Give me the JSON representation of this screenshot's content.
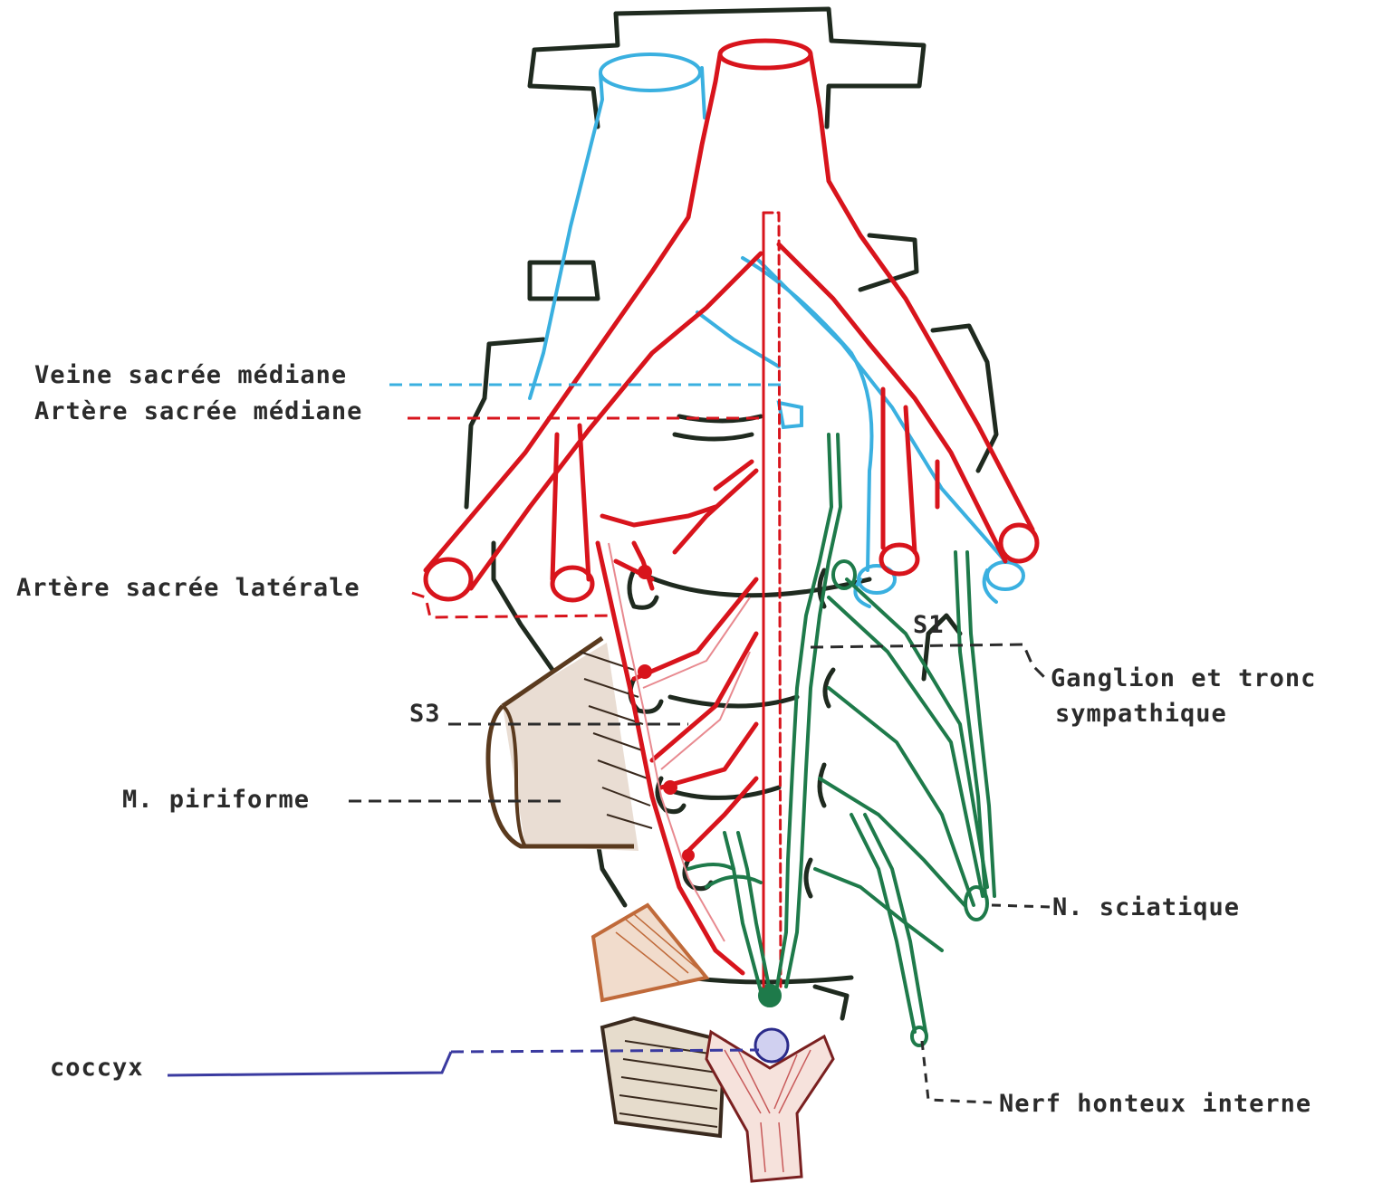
{
  "labels": {
    "veine_sacree_mediane": "Veine sacrée médiane",
    "artere_sacree_mediane": "Artère sacrée médiane",
    "artere_sacree_laterale": "Artère sacrée latérale",
    "s3": "S3",
    "m_piriforme": "M. piriforme",
    "coccyx": "coccyx",
    "s1": "S1",
    "ganglion_line1": "Ganglion et tronc",
    "ganglion_line2": "sympathique",
    "n_sciatique": "N. sciatique",
    "nerf_honteux": "Nerf honteux interne"
  },
  "colors": {
    "artery": "#d8141c",
    "artery_light": "#e88a90",
    "vein": "#3ab0e0",
    "nerve": "#1e7a4a",
    "bone": "#1f2a1f",
    "muscle": "#5a3a1e",
    "muscle_light": "#c06a3a",
    "coccyx_line": "#3a3aa0"
  }
}
